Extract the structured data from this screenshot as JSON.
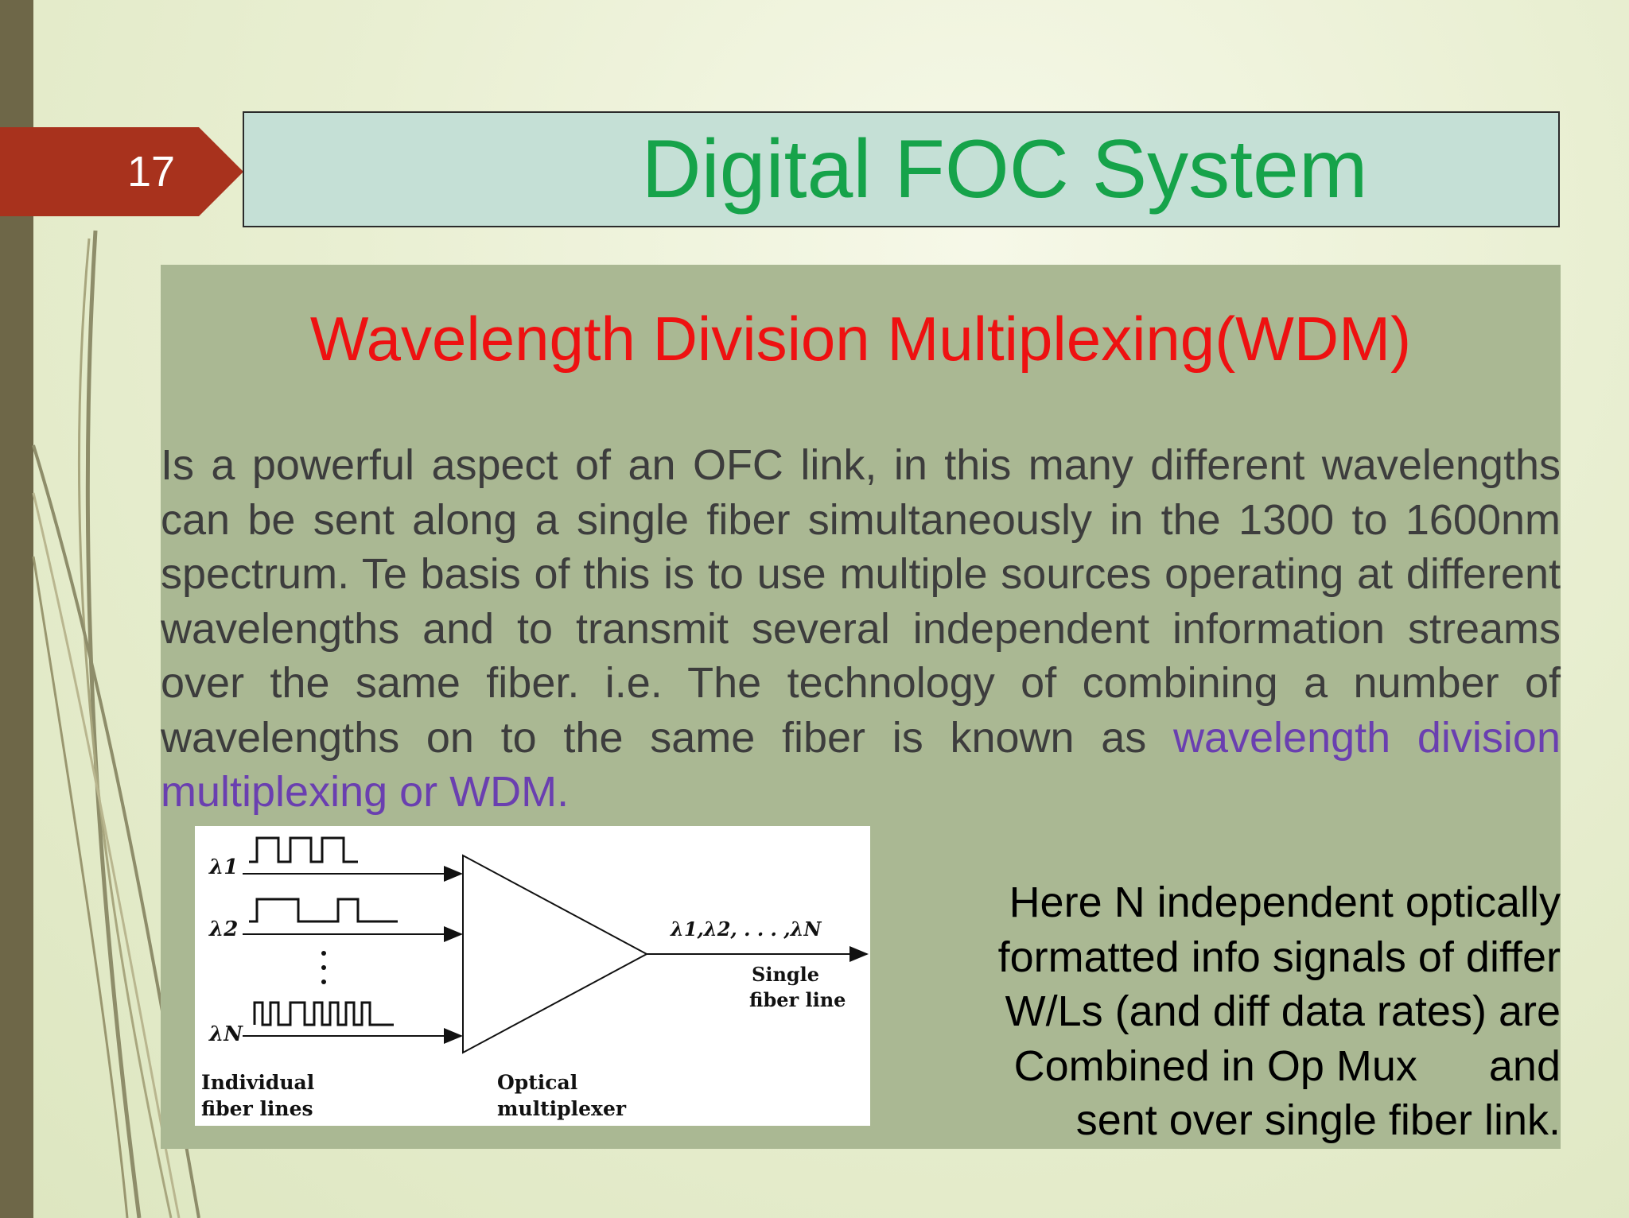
{
  "slide": {
    "number": "17",
    "title": "Digital FOC System"
  },
  "content": {
    "subtitle": "Wavelength Division Multiplexing(WDM)",
    "paragraph_main": "Is a powerful aspect of an OFC link, in this many different wavelengths can be sent along a single fiber simultaneously in the 1300 to 1600nm spectrum. Te basis of this is to use multiple sources operating at different wavelengths and to transmit several independent information streams over the same fiber. i.e. The technology of combining a number of wavelengths on to the same fiber is known as ",
    "paragraph_highlight": "wavelength division multiplexing or WDM.",
    "side_note_lines": [
      "Here N independent optically",
      "formatted info signals of differ",
      "W/Ls (and diff data rates) are",
      "Combined in Op Mux      and",
      "sent over single fiber link."
    ]
  },
  "diagram": {
    "lambda_1": "λ1",
    "lambda_2": "λ2",
    "lambda_n": "λN",
    "output_label": "λ1,λ2, . . . ,λN",
    "single_fiber_line_1": "Single",
    "single_fiber_line_2": "fiber line",
    "individual_line_1": "Individual",
    "individual_line_2": "fiber lines",
    "optical_line_1": "Optical",
    "optical_line_2": "multiplexer"
  }
}
